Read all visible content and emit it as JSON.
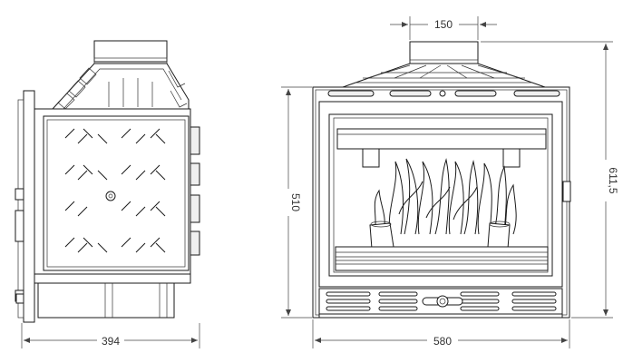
{
  "side_view": {
    "depth_label": "394"
  },
  "front_view": {
    "flue_width_label": "150",
    "width_label": "580",
    "height_label": "611,5",
    "opening_height_label": "510"
  }
}
